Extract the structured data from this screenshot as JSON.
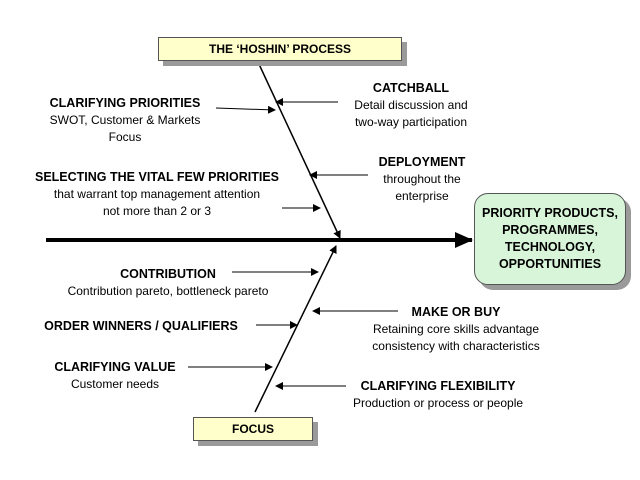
{
  "header_box": "THE ‘HOSHIN’ PROCESS",
  "focus_box": "FOCUS",
  "result_box": "PRIORITY PRODUCTS, PROGRAMMES, TECHNOLOGY, OPPORTUNITIES",
  "upper_left": [
    {
      "title": "CLARIFYING PRIORITIES",
      "line1": "SWOT, Customer & Markets",
      "line2": "Focus"
    },
    {
      "title": "SELECTING THE VITAL FEW PRIORITIES",
      "line1": "that warrant top management attention",
      "line2": "not more than 2 or 3"
    }
  ],
  "upper_right": [
    {
      "title": "CATCHBALL",
      "line1": "Detail discussion and",
      "line2": "two-way participation"
    },
    {
      "title": "DEPLOYMENT",
      "line1": "throughout the",
      "line2": "enterprise"
    }
  ],
  "lower_left": [
    {
      "title": "CONTRIBUTION",
      "line1": "Contribution pareto, bottleneck pareto"
    },
    {
      "title": "ORDER WINNERS / QUALIFIERS"
    },
    {
      "title": "CLARIFYING VALUE",
      "line1": "Customer needs"
    }
  ],
  "lower_right": [
    {
      "title": "MAKE OR BUY",
      "line1": "Retaining core skills advantage",
      "line2": "consistency with characteristics"
    },
    {
      "title": "CLARIFYING FLEXIBILITY",
      "line1": "Production or process or people"
    }
  ],
  "colors": {
    "box_fill": "#ffffcc",
    "result_fill": "#d9f5d9"
  }
}
